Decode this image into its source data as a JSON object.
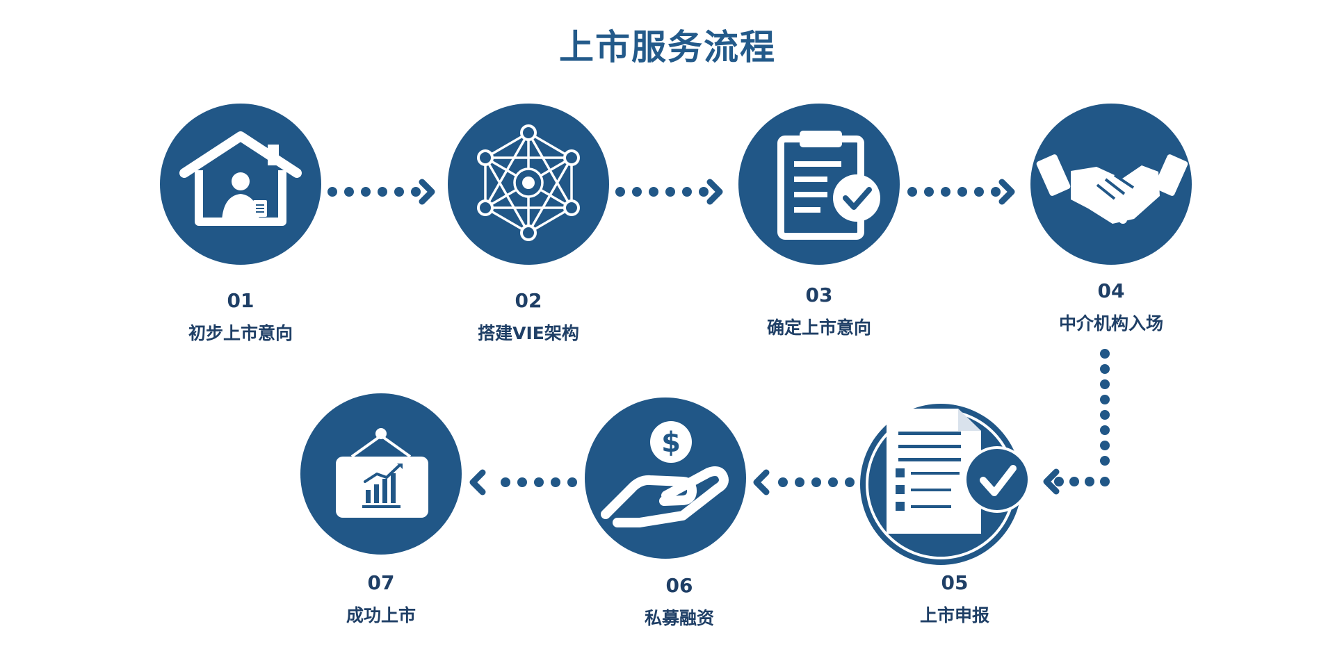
{
  "title": "上市服务流程",
  "steps": [
    {
      "number": "01",
      "label": "初步上市意向",
      "icon": "house-businessman-icon"
    },
    {
      "number": "02",
      "label": "搭建VIE架构",
      "icon": "network-structure-icon"
    },
    {
      "number": "03",
      "label": "确定上市意向",
      "icon": "clipboard-check-icon"
    },
    {
      "number": "04",
      "label": "中介机构入场",
      "icon": "handshake-icon"
    },
    {
      "number": "05",
      "label": "上市申报",
      "icon": "document-check-icon"
    },
    {
      "number": "06",
      "label": "私募融资",
      "icon": "hand-money-icon"
    },
    {
      "number": "07",
      "label": "成功上市",
      "icon": "growth-board-icon"
    }
  ],
  "colors": {
    "primary": "#215787",
    "title": "#235a8a",
    "text": "#1f3f66",
    "icon": "#ffffff"
  }
}
